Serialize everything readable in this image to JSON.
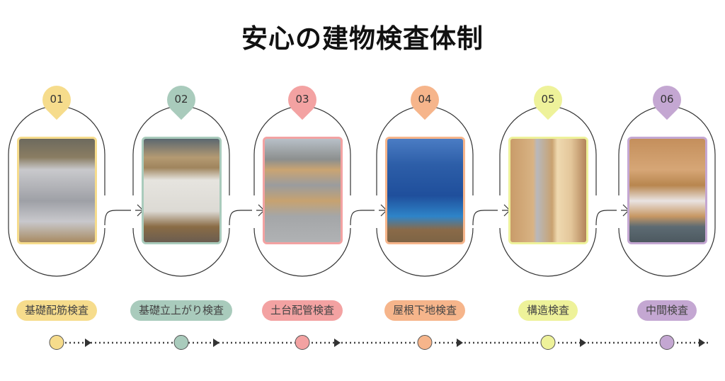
{
  "title": "安心の建物検査体制",
  "steps": [
    {
      "number": "01",
      "label": "基礎配筋検査",
      "color": "#f6dc8c"
    },
    {
      "number": "02",
      "label": "基礎立上がり検査",
      "color": "#a9cbbc"
    },
    {
      "number": "03",
      "label": "土台配管検査",
      "color": "#f3a2a2"
    },
    {
      "number": "04",
      "label": "屋根下地検査",
      "color": "#f6b58b"
    },
    {
      "number": "05",
      "label": "構造検査",
      "color": "#eef29a"
    },
    {
      "number": "06",
      "label": "中間検査",
      "color": "#c4a7d2"
    }
  ]
}
